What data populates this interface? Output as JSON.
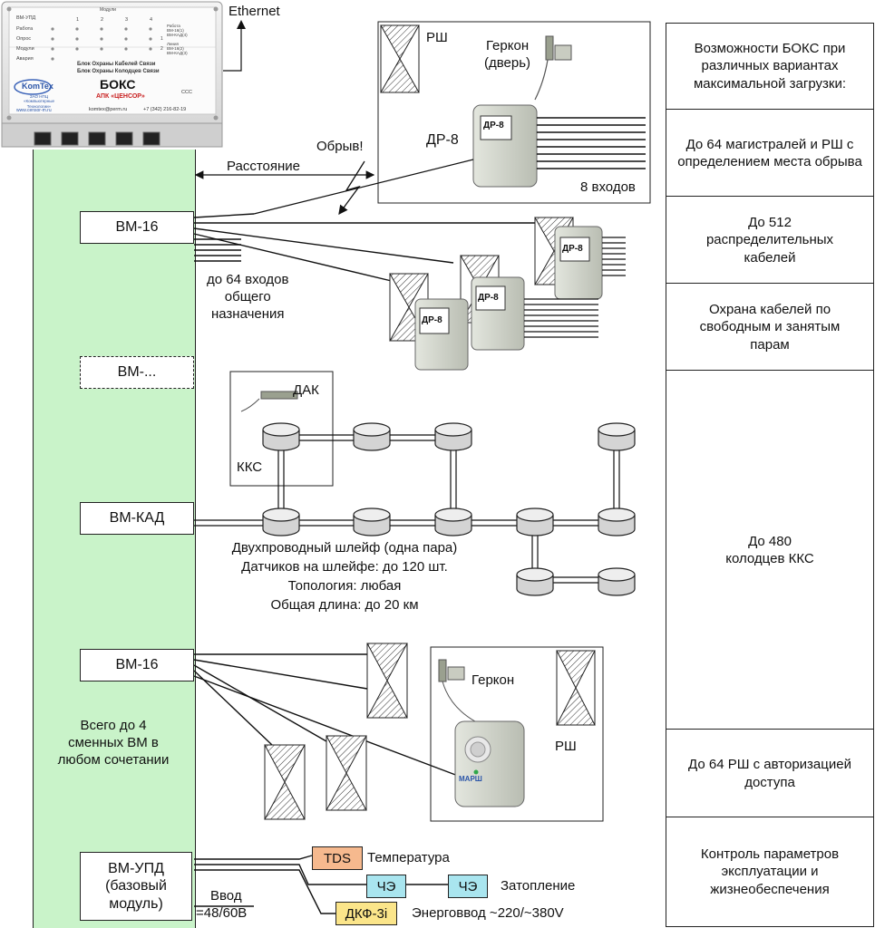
{
  "device": {
    "title": "БОКС",
    "subtitle1": "Блок Охраны Кабелей Связи",
    "subtitle2": "Блок Охраны Колодцев Связи",
    "apk": "АПК «ЦЕНСОР»",
    "brand": "KomTex",
    "company": "ЗАО НПЦ «Компьютерные Технологии»",
    "site": "www.censor-m.ru",
    "email": "komtex@perm.ru",
    "phone": "+7 (342) 216-82-19",
    "header_label": "Модули",
    "slot_numbers": [
      "1",
      "2",
      "3",
      "4"
    ],
    "row_labels": [
      "ВМ-УПД",
      "Работа",
      "Опрос",
      "Модули",
      "Авария"
    ],
    "right_labels": [
      "Работа",
      "ВМ-16(1)",
      "ВМ-КАД(4)",
      "Линия",
      "ВМ-16(2)",
      "ВМ-КАД(3)"
    ],
    "marks": [
      "1",
      "2"
    ],
    "cert": "CCC"
  },
  "ethernet_label": "Ethernet",
  "modules": {
    "bm16_top": "ВМ-16",
    "bm_dots": "ВМ-...",
    "bm_kad": "ВМ-КАД",
    "bm16_bottom": "ВМ-16",
    "bm_upd": "ВМ-УПД (базовый модуль)"
  },
  "labels": {
    "distance": "Расстояние",
    "break": "Обрыв!",
    "rsh_top": "РШ",
    "gerkon_top_line1": "Геркон",
    "gerkon_top_line2": "(дверь)",
    "dr8_big": "ДР-8",
    "inputs8": "8 входов",
    "inputs64_line1": "до 64 входов",
    "inputs64_line2": "общего",
    "inputs64_line3": "назначения",
    "dak": "ДАК",
    "kks": "ККС",
    "loop_line1": "Двухпроводный шлейф (одна пара)",
    "loop_line2": "Датчиков на шлейфе: до 120 шт.",
    "loop_line3": "Топология: любая",
    "loop_line4": "Общая длина: до 20 км",
    "gerkon_bottom": "Геркон",
    "rsh_bottom": "РШ",
    "marsh": "МАРШ",
    "total_line1": "Всего до 4",
    "total_line2": "сменных ВМ в",
    "total_line3": "любом сочетании",
    "input_line1": "Ввод",
    "input_line2": "=48/60В"
  },
  "dr8_small": "ДР-8",
  "sensors": {
    "tds": "TDS",
    "tds_desc": "Температура",
    "che": "ЧЭ",
    "flood_desc": "Затопление",
    "dkf": "ДКФ-3i",
    "power_desc": "Энерговвод ~220/~380V"
  },
  "capabilities": [
    "Возможности БОКС при различных вариантах максимальной загрузки:",
    "До 64 магистралей и РШ с определением места обрыва",
    "До 512 распределительных кабелей",
    "Охрана кабелей по свободным и занятым парам",
    "До 480 колодцев ККС",
    "До 64 РШ с авторизацией доступа",
    "Контроль параметров эксплуатации и жизнеобеспечения"
  ],
  "colors": {
    "bus": "#c9f3c9",
    "tds": "#f6b98e",
    "che": "#a9e5ef",
    "dkf": "#fbe58a"
  }
}
